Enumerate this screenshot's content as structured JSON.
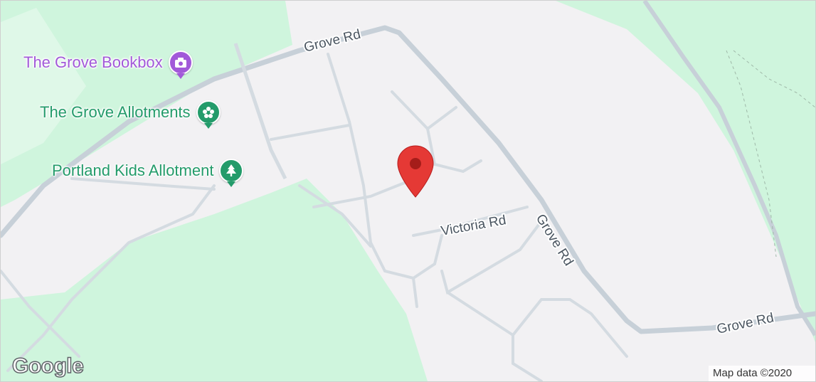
{
  "map": {
    "colors": {
      "background": "#f2f1f3",
      "park": "#cff5dd",
      "road": "#c7d0d8",
      "road_light": "#d4dbe1",
      "pin": "#e53935",
      "pin_dot": "#a51d1a",
      "bookbox": "#a259d9",
      "allotment": "#239b6a"
    },
    "roads": [
      {
        "name": "Grove Rd",
        "label": "Grove Rd"
      },
      {
        "name": "Grove Rd",
        "label": "Grove Rd"
      },
      {
        "name": "Grove Rd",
        "label": "Grove Rd"
      },
      {
        "name": "Victoria Rd",
        "label": "Victoria Rd"
      }
    ],
    "pois": [
      {
        "name": "The Grove Bookbox",
        "icon": "camera-icon",
        "color": "#a259d9"
      },
      {
        "name": "The Grove Allotments",
        "icon": "flower-icon",
        "color": "#239b6a"
      },
      {
        "name": "Portland Kids Allotment",
        "icon": "tree-icon",
        "color": "#239b6a"
      }
    ],
    "marker": {
      "icon": "map-pin-icon"
    },
    "logo": "Google",
    "attribution": "Map data ©2020"
  }
}
